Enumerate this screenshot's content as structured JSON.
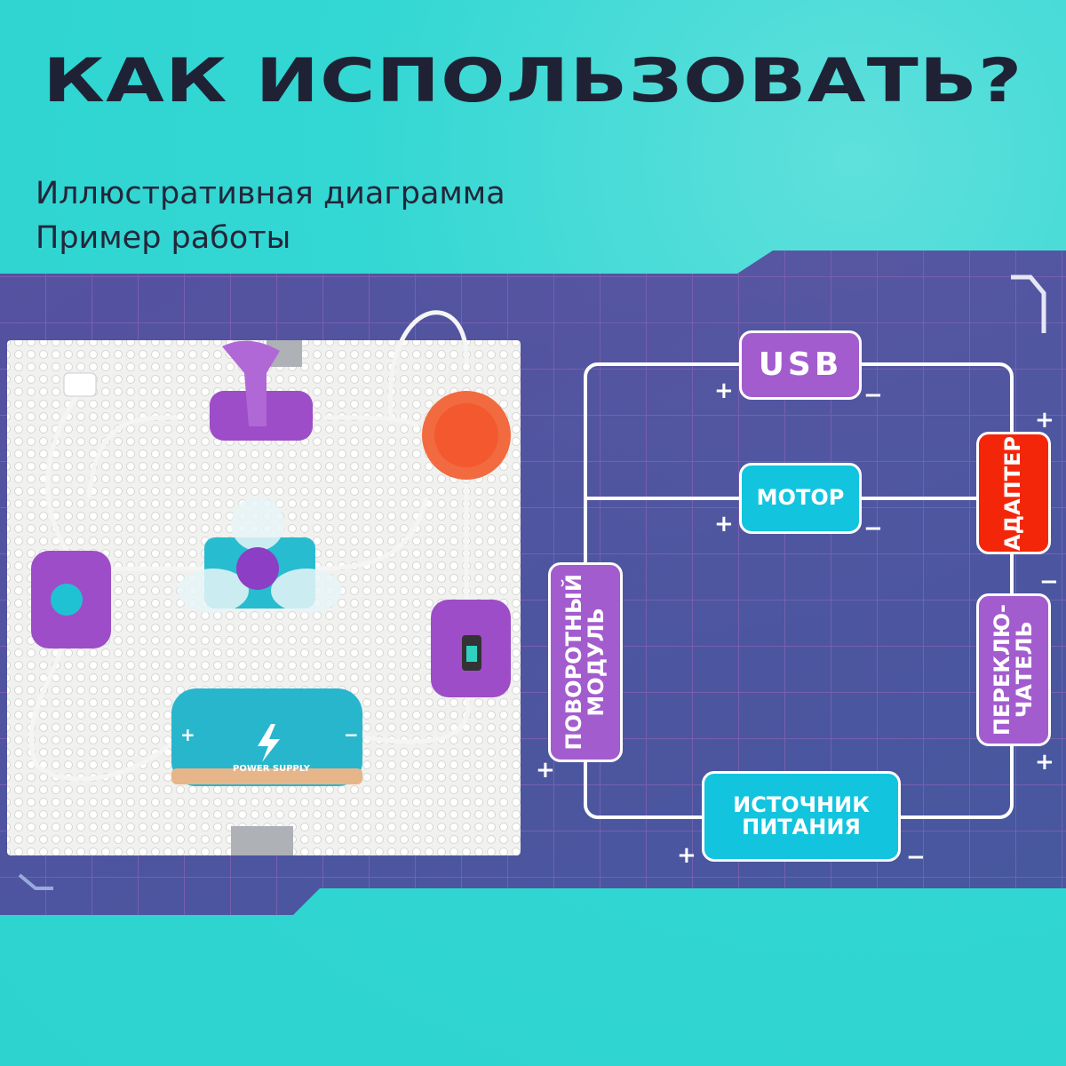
{
  "title": "КАК ИСПОЛЬЗОВАТЬ?",
  "subtitle_lines": [
    "Иллюстративная диаграмма",
    "Пример работы"
  ],
  "product": {
    "power_label": "POWER SUPPLY",
    "plus": "+",
    "minus": "−"
  },
  "diagram": {
    "usb": "USB",
    "motor": "МОТОР",
    "adapter": "АДАПТЕР",
    "rotary": [
      "ПОВОРОТНЫЙ",
      "МОДУЛЬ"
    ],
    "switch": [
      "ПЕРЕКЛЮ-",
      "ЧАТЕЛЬ"
    ],
    "power": [
      "ИСТОЧНИК",
      "ПИТАНИЯ"
    ],
    "plus": "+",
    "minus": "−"
  },
  "colors": {
    "panel": "#5a3a96",
    "purple": "#a35ccd",
    "cyan": "#12c4de",
    "red": "#f4260a",
    "bg": "#2fd6d2"
  }
}
